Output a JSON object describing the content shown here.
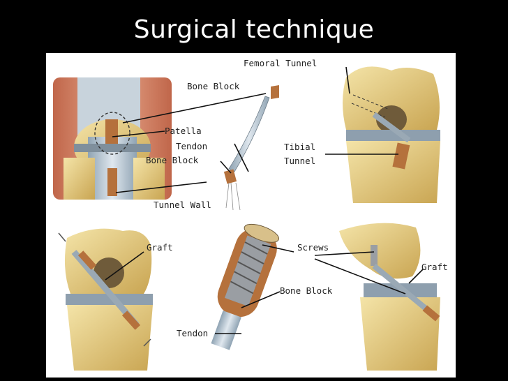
{
  "slide": {
    "title": "Surgical technique"
  },
  "labels": {
    "bone_block_top": "Bone Block",
    "patella": "Patella",
    "tendon_top": "Tendon",
    "bone_block_mid": "Bone Block",
    "tunnel_wall": "Tunnel Wall",
    "femoral_tunnel": "Femoral Tunnel",
    "tibial_1": "Tibial",
    "tibial_2": "Tunnel",
    "graft_left": "Graft",
    "screws": "Screws",
    "bone_block_bottom": "Bone Block",
    "tendon_bottom": "Tendon",
    "graft_right": "Graft"
  },
  "colors": {
    "background": "#000000",
    "panel": "#ffffff",
    "bone": "#e8d28a",
    "bone_shade": "#c9a552",
    "tendon": "#b9c7d3",
    "muscle": "#d98a6a",
    "meniscus": "#8e9fae"
  }
}
